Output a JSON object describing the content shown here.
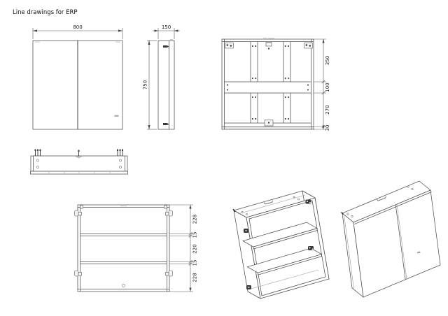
{
  "title": "Line drawings for ERP",
  "product": "two-door-mirror-cabinet",
  "colors": {
    "background": "#ffffff",
    "line": "#4d4d4d",
    "dark_line": "#2e2e2e",
    "light_line": "#9e9e9e",
    "dim_text": "#1a1a1a"
  },
  "dimensions": {
    "front_width": "800",
    "side_depth": "150",
    "side_height": "750",
    "back_chain": [
      "350",
      "100",
      "270",
      "30"
    ],
    "internal_chain": [
      "228",
      "15",
      "220",
      "15",
      "228"
    ]
  },
  "views": {
    "front": "front elevation with two mirror doors",
    "side": "side elevation",
    "back": "rear view with hanging rails",
    "plan": "top plan view",
    "internal": "internal elevation with two shelves",
    "iso_open": "isometric open carcass",
    "iso_closed": "isometric closed cabinet"
  }
}
